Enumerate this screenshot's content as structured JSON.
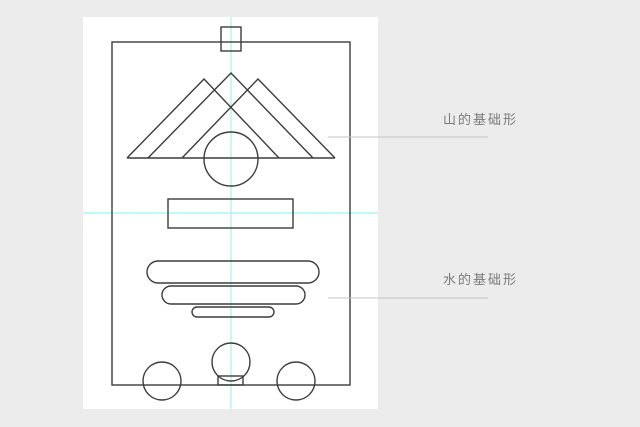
{
  "diagram": {
    "colors": {
      "background": "#ececec",
      "card": "#ffffff",
      "stroke": "#3c3c3c",
      "guide": "#9ff3f3",
      "leader": "#c4c4c4",
      "label": "#7a7a7a"
    },
    "annotations": [
      {
        "id": "mountain",
        "label": "山的基础形"
      },
      {
        "id": "water",
        "label": "水的基础形"
      }
    ]
  }
}
